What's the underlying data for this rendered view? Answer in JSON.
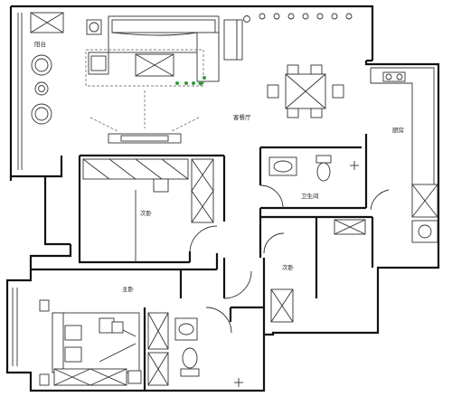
{
  "rooms": {
    "balcony": "阳台",
    "living_dining": "客餐厅",
    "kitchen": "厨房",
    "bathroom": "卫生间",
    "bedroom_top": "次卧",
    "bedroom_right": "次卧",
    "master_bedroom": "主卧"
  }
}
